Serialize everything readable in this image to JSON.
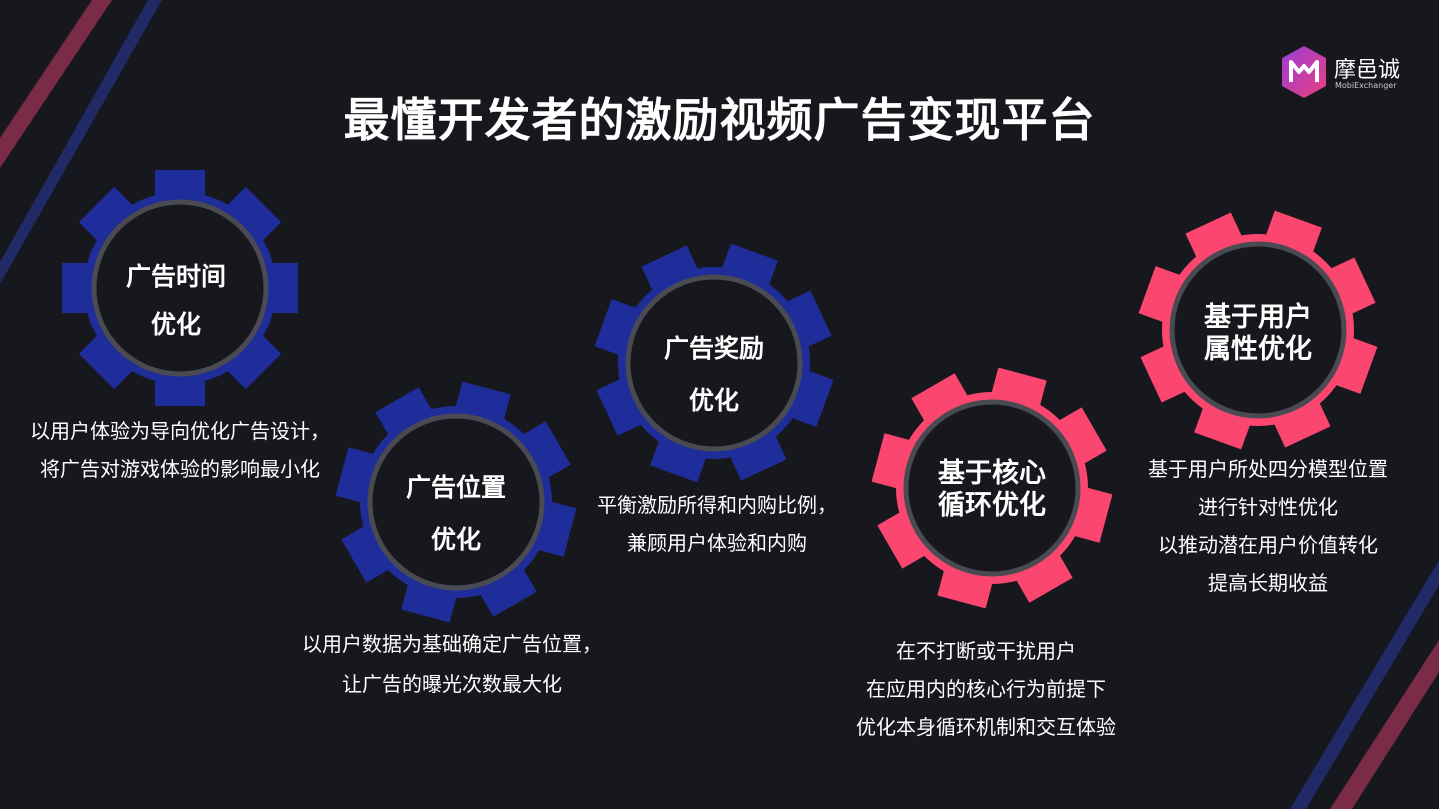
{
  "title": "最懂开发者的激励视频广告变现平台",
  "logo": {
    "name": "摩邑诚",
    "subtitle": "MobiExchanger",
    "gradient_colors": [
      "#9b3dd6",
      "#e8407e"
    ]
  },
  "colors": {
    "background": "#17171e",
    "gear_blue": "#1f2d9a",
    "gear_pink": "#fb4670",
    "gear_inner": "#17171e",
    "gear_ring": "#4a4a52",
    "text": "#ffffff"
  },
  "gears": [
    {
      "id": "time",
      "title_lines": [
        "广告时间",
        "优化"
      ],
      "color": "blue",
      "description": [
        "以用户体验为导向优化广告设计，",
        "将广告对游戏体验的影响最小化"
      ]
    },
    {
      "id": "position",
      "title_lines": [
        "广告位置",
        "优化"
      ],
      "color": "blue",
      "description": [
        "以用户数据为基础确定广告位置，",
        "让广告的曝光次数最大化"
      ]
    },
    {
      "id": "reward",
      "title_lines": [
        "广告奖励",
        "优化"
      ],
      "color": "blue",
      "description": [
        "平衡激励所得和内购比例，",
        "兼顾用户体验和内购"
      ]
    },
    {
      "id": "loop",
      "title_lines": [
        "基于核心",
        "循环优化"
      ],
      "color": "pink",
      "description": [
        "在不打断或干扰用户",
        "在应用内的核心行为前提下",
        "优化本身循环机制和交互体验"
      ]
    },
    {
      "id": "attribute",
      "title_lines": [
        "基于用户",
        "属性优化"
      ],
      "color": "pink",
      "description": [
        "基于用户所处四分模型位置",
        "进行针对性优化",
        "以推动潜在用户价值转化",
        "提高长期收益"
      ]
    }
  ]
}
